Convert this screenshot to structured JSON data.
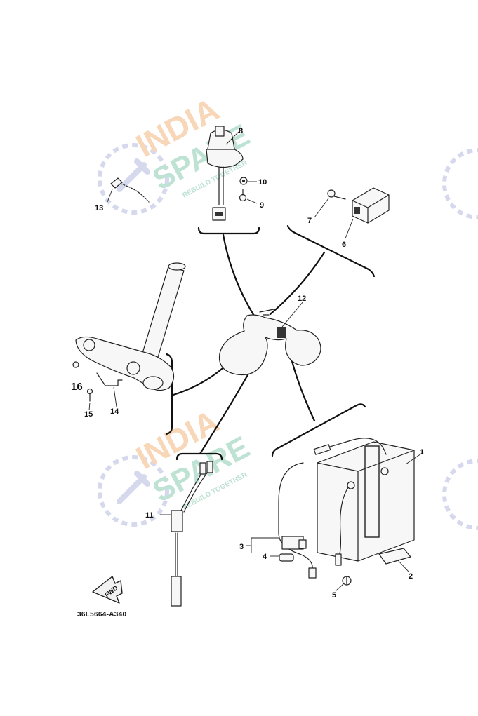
{
  "watermark": {
    "brand": "INDIA SPARE",
    "line1": "INDIA",
    "line2": "SPARE",
    "tagline": "REBUILD TOGETHER",
    "color_india": "#f6c9a0",
    "color_spare": "#a9d8c4",
    "color_logo": "#c9cde8"
  },
  "callouts": [
    "1",
    "2",
    "3",
    "4",
    "5",
    "6",
    "7",
    "8",
    "9",
    "10",
    "11",
    "12",
    "13",
    "14",
    "15",
    "16"
  ],
  "diagram_code": "36L5664-A340",
  "fwd_label": "FWD"
}
